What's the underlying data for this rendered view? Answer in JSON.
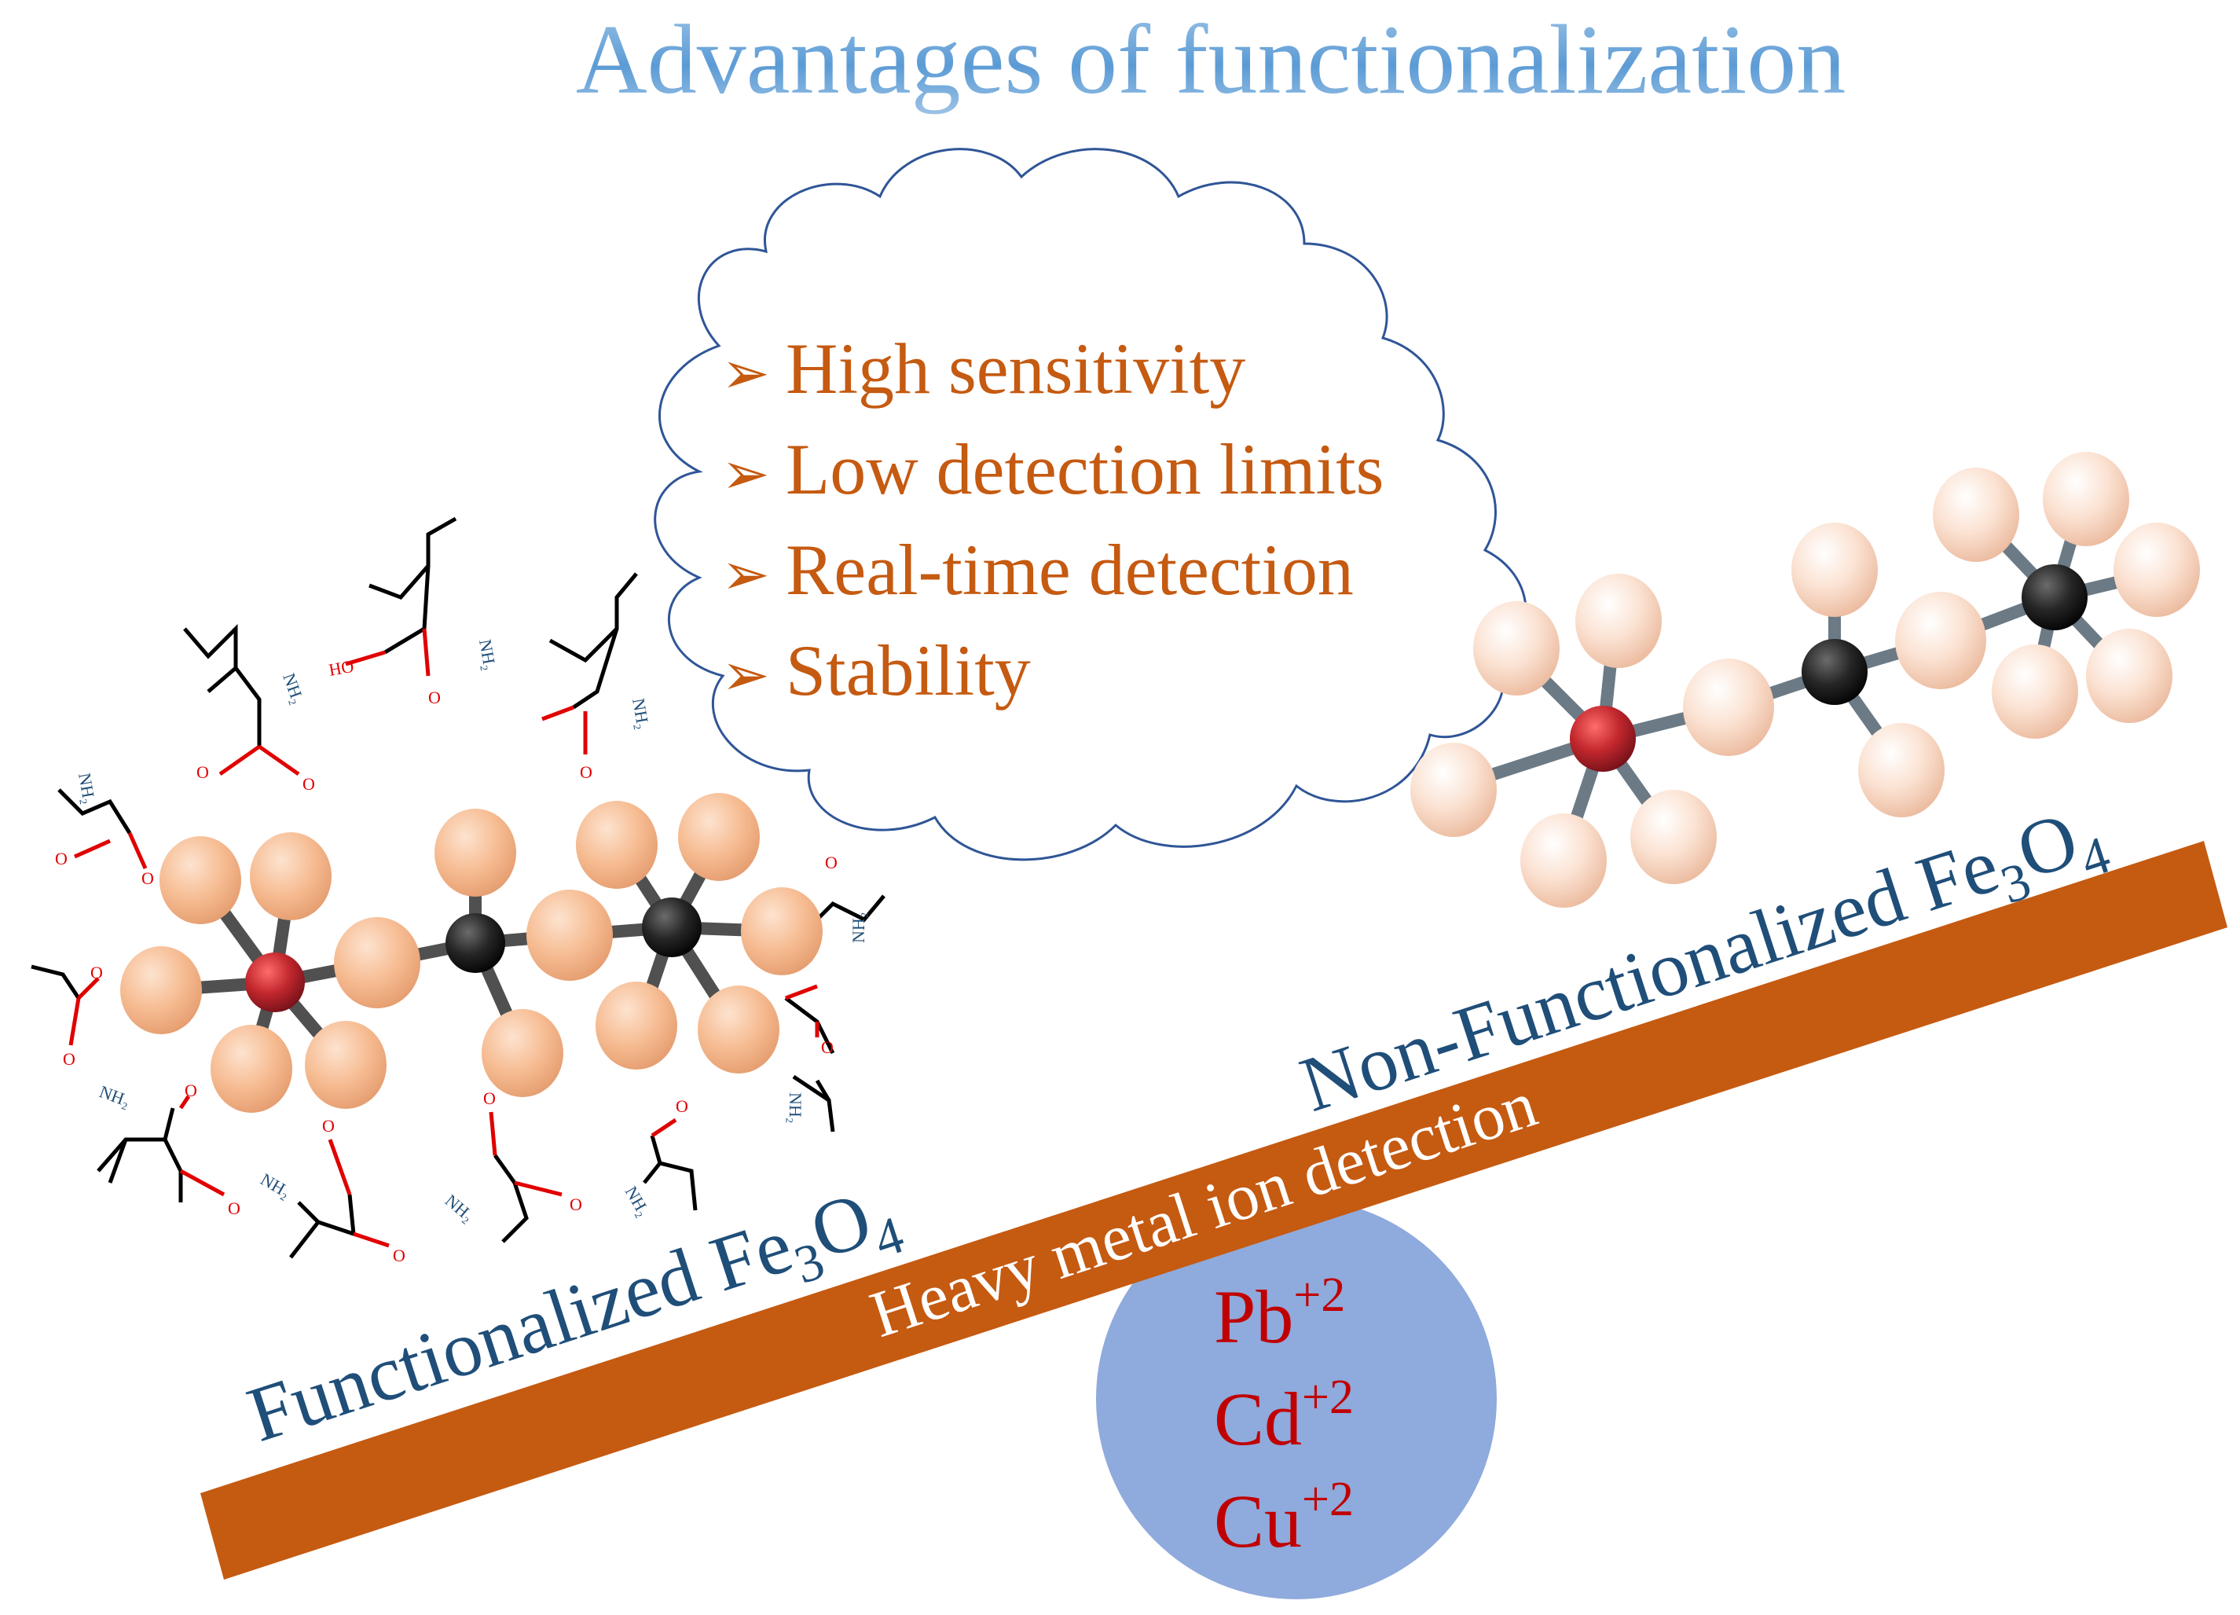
{
  "title": "Advantages of functionalization",
  "advantages": [
    "High sensitivity",
    "Low detection limits",
    "Real-time detection",
    "Stability"
  ],
  "bullet_glyph": "➢",
  "seesaw_label": "Heavy metal ion detection",
  "functionalized": {
    "word": "Functionalized Fe",
    "sub1": "3",
    "mid": "O",
    "sub2": "4"
  },
  "non_functionalized": {
    "word": "Non-Functionalized Fe",
    "sub1": "3",
    "mid": "O",
    "sub2": "4"
  },
  "ions": [
    {
      "symbol": "Pb",
      "charge": "+2"
    },
    {
      "symbol": "Cd",
      "charge": "+2"
    },
    {
      "symbol": "Cu",
      "charge": "+2"
    }
  ],
  "ligand_labels": {
    "amine": "NH₂",
    "oxygen": "O",
    "hydroxyl": "HO"
  },
  "colors": {
    "title_blue": "#5b9bd5",
    "advantage_orange": "#c55a11",
    "beam": "#c55a11",
    "fe3o4_label": "#1f4e79",
    "fulcrum": "#8faadc",
    "ion_red": "#c00000",
    "cloud_outline": "#2f5597",
    "atom_peach": "#f4b183",
    "atom_red": "#b3202e",
    "atom_black": "#1a1a1a"
  }
}
